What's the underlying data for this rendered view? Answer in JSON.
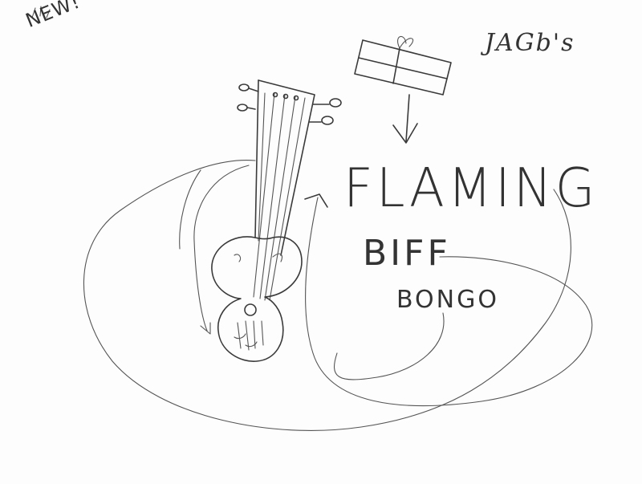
{
  "drawing": {
    "corner_label": "NEW!",
    "signature": "JAGb's",
    "title_lines": [
      "FLAMING",
      "BIFF",
      "BONGO"
    ],
    "pictured_items": [
      "guitar-drawing",
      "gift-box-drawing",
      "down-arrow",
      "swirling-cord"
    ]
  }
}
